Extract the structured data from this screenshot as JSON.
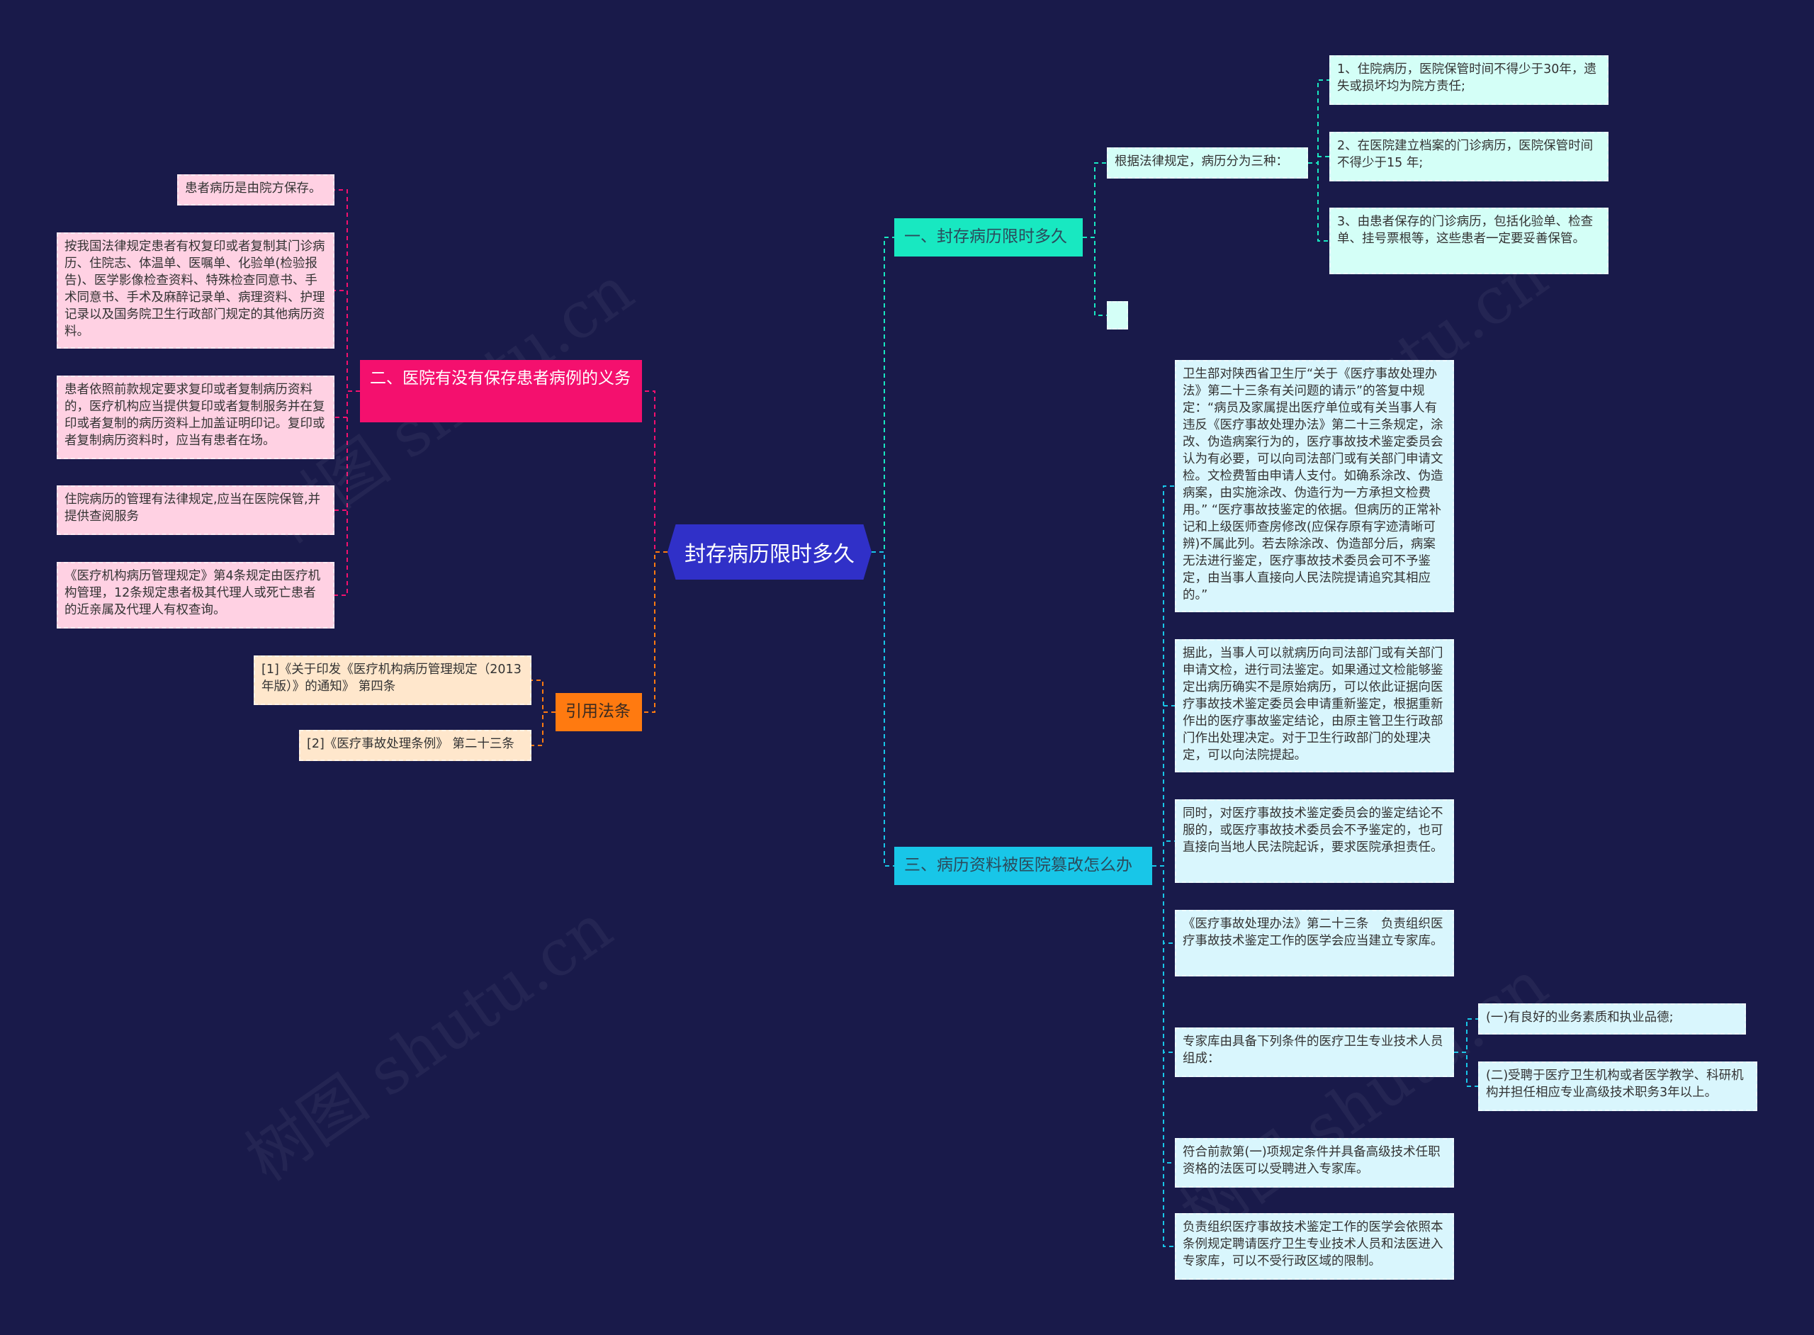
{
  "root": "封存病历限时多久",
  "branches": {
    "b1": {
      "label": "一、封存病历限时多久",
      "sub": "根据法律规定，病历分为三种：",
      "items": [
        "1、住院病历，医院保管时间不得少于30年，遗失或损坏均为院方责任;",
        "2、在医院建立档案的门诊病历，医院保管时间不得少于15 年;",
        "3、由患者保存的门诊病历，包括化验单、检查单、挂号票根等，这些患者一定要妥善保管。"
      ],
      "empty": ""
    },
    "b2": {
      "label": "二、医院有没有保存患者病例的义务",
      "items": [
        "患者病历是由院方保存。",
        "按我国法律规定患者有权复印或者复制其门诊病历、住院志、体温单、医嘱单、化验单(检验报告)、医学影像检查资料、特殊检查同意书、手术同意书、手术及麻醉记录单、病理资料、护理记录以及国务院卫生行政部门规定的其他病历资料。",
        "患者依照前款规定要求复印或者复制病历资料的，医疗机构应当提供复印或者复制服务并在复印或者复制的病历资料上加盖证明印记。复印或者复制病历资料时，应当有患者在场。",
        "住院病历的管理有法律规定,应当在医院保管,并提供查阅服务",
        "《医疗机构病历管理规定》第4条规定由医疗机构管理，12条规定患者极其代理人或死亡患者的近亲属及代理人有权查询。"
      ]
    },
    "b3": {
      "label": "三、病历资料被医院篡改怎么办",
      "items": [
        "卫生部对陕西省卫生厅“关于《医疗事故处理办法》第二十三条有关问题的请示”的答复中规定：“病员及家属提出医疗单位或有关当事人有违反《医疗事故处理办法》第二十三条规定，涂改、伪造病案行为的，医疗事故技术鉴定委员会认为有必要，可以向司法部门或有关部门申请文检。文检费暂由申请人支付。如确系涂改、伪造病案，由实施涂改、伪造行为一方承担文检费用。” “医疗事故技鉴定的依据。但病历的正常补记和上级医师查房修改(应保存原有字迹清晰可辨)不属此列。若去除涂改、伪造部分后，病案无法进行鉴定，医疗事故技术委员会可不予鉴定，由当事人直接向人民法院提请追究其相应的。”",
        "据此，当事人可以就病历向司法部门或有关部门申请文检，进行司法鉴定。如果通过文检能够鉴定出病历确实不是原始病历，可以依此证据向医疗事故技术鉴定委员会申请重新鉴定，根据重新作出的医疗事故鉴定结论，由原主管卫生行政部门作出处理决定。对于卫生行政部门的处理决定，可以向法院提起。",
        "同时，对医疗事故技术鉴定委员会的鉴定结论不服的，或医疗事故技术委员会不予鉴定的，也可直接向当地人民法院起诉，要求医院承担责任。",
        "《医疗事故处理办法》第二十三条　负责组织医疗事故技术鉴定工作的医学会应当建立专家库。",
        "专家库由具备下列条件的医疗卫生专业技术人员组成：",
        "符合前款第(一)项规定条件并具备高级技术任职资格的法医可以受聘进入专家库。",
        "负责组织医疗事故技术鉴定工作的医学会依照本条例规定聘请医疗卫生专业技术人员和法医进入专家库，可以不受行政区域的限制。"
      ],
      "subitems": [
        "(一)有良好的业务素质和执业品德;",
        "(二)受聘于医疗卫生机构或者医学教学、科研机构并担任相应专业高级技术职务3年以上。"
      ]
    },
    "b4": {
      "label": "引用法条",
      "items": [
        "[1]《关于印发《医疗机构病历管理规定（2013年版）》的通知》 第四条",
        "[2]《医疗事故处理条例》 第二十三条"
      ]
    }
  },
  "colors": {
    "background": "#191a4a",
    "root": "#3030c8",
    "b1": "#18e8c1",
    "b2": "#f4106e",
    "b3": "#18c6e8",
    "b4": "#ff7a10"
  }
}
